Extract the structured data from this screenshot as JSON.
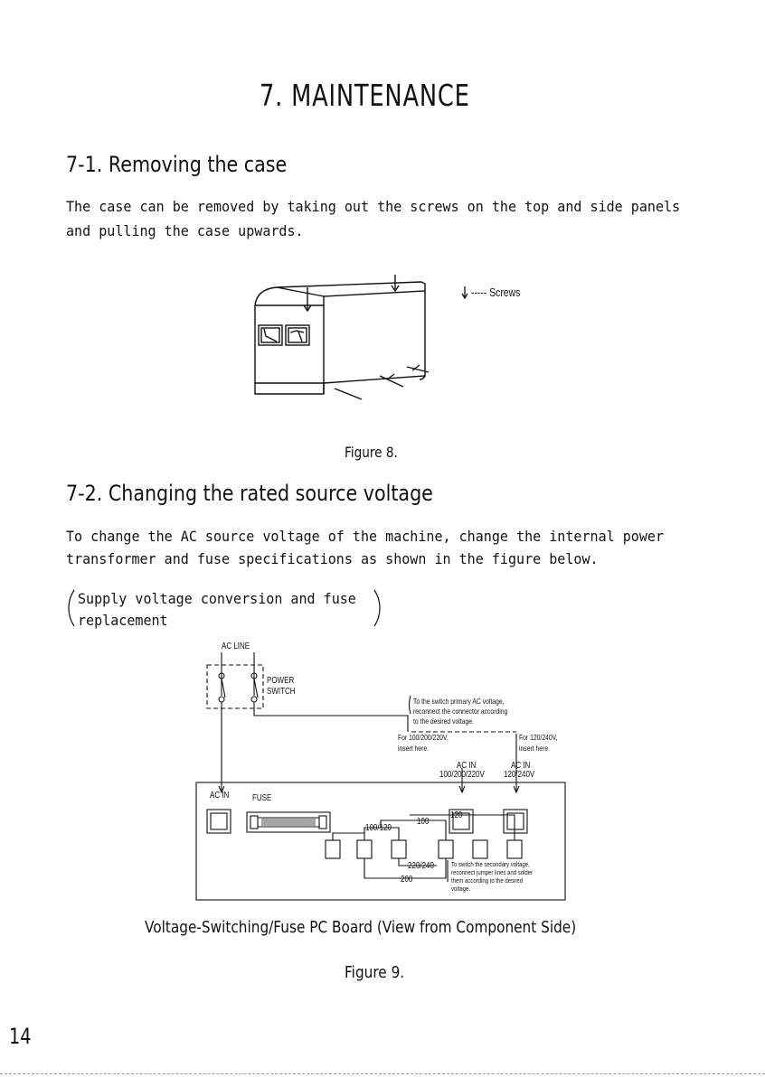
{
  "chapter_title": "7.   MAINTENANCE",
  "section1": {
    "heading": "7-1. Removing the case",
    "paragraph_lines": [
      "The case can be removed by taking out the screws on the top and side panels",
      "and pulling the case upwards."
    ],
    "legend": "----- Screws",
    "figure_caption": "Figure 8."
  },
  "section2": {
    "heading": "7-2. Changing the rated source voltage",
    "paragraph_lines": [
      "To change the AC source voltage of the machine, change the internal power",
      "transformer and fuse specifications as shown in the figure below."
    ],
    "subheading_lines": [
      "Supply voltage conversion and fuse",
      "replacement"
    ],
    "diagram": {
      "ac_line": "AC LINE",
      "power_switch": [
        "POWER",
        "SWITCH"
      ],
      "ac_in": "AC IN",
      "fuse": "FUSE",
      "primary_note": [
        "To the switch primary AC voltage,",
        "reconnect the connector according",
        "to the desired voltage."
      ],
      "insert_low": [
        "For 100/200/220V,",
        "insert here."
      ],
      "insert_high": [
        "For 120/240V,",
        "insert here."
      ],
      "ac_in_low": [
        "AC IN",
        "100/200/220V"
      ],
      "ac_in_high": [
        "AC IN",
        "120/240V"
      ],
      "tap_120": "120",
      "tap_100": "100",
      "tap_100_120": "100/120",
      "tap_220_240": "220/240",
      "tap_200": "200",
      "secondary_note": [
        "To switch the secondary voltage,",
        "reconnect jumper lines and solder",
        "them according to the desired",
        "voltage."
      ]
    },
    "board_caption": "Voltage-Switching/Fuse PC Board (View from Component Side)",
    "figure_caption": "Figure 9."
  },
  "page_number": "14"
}
